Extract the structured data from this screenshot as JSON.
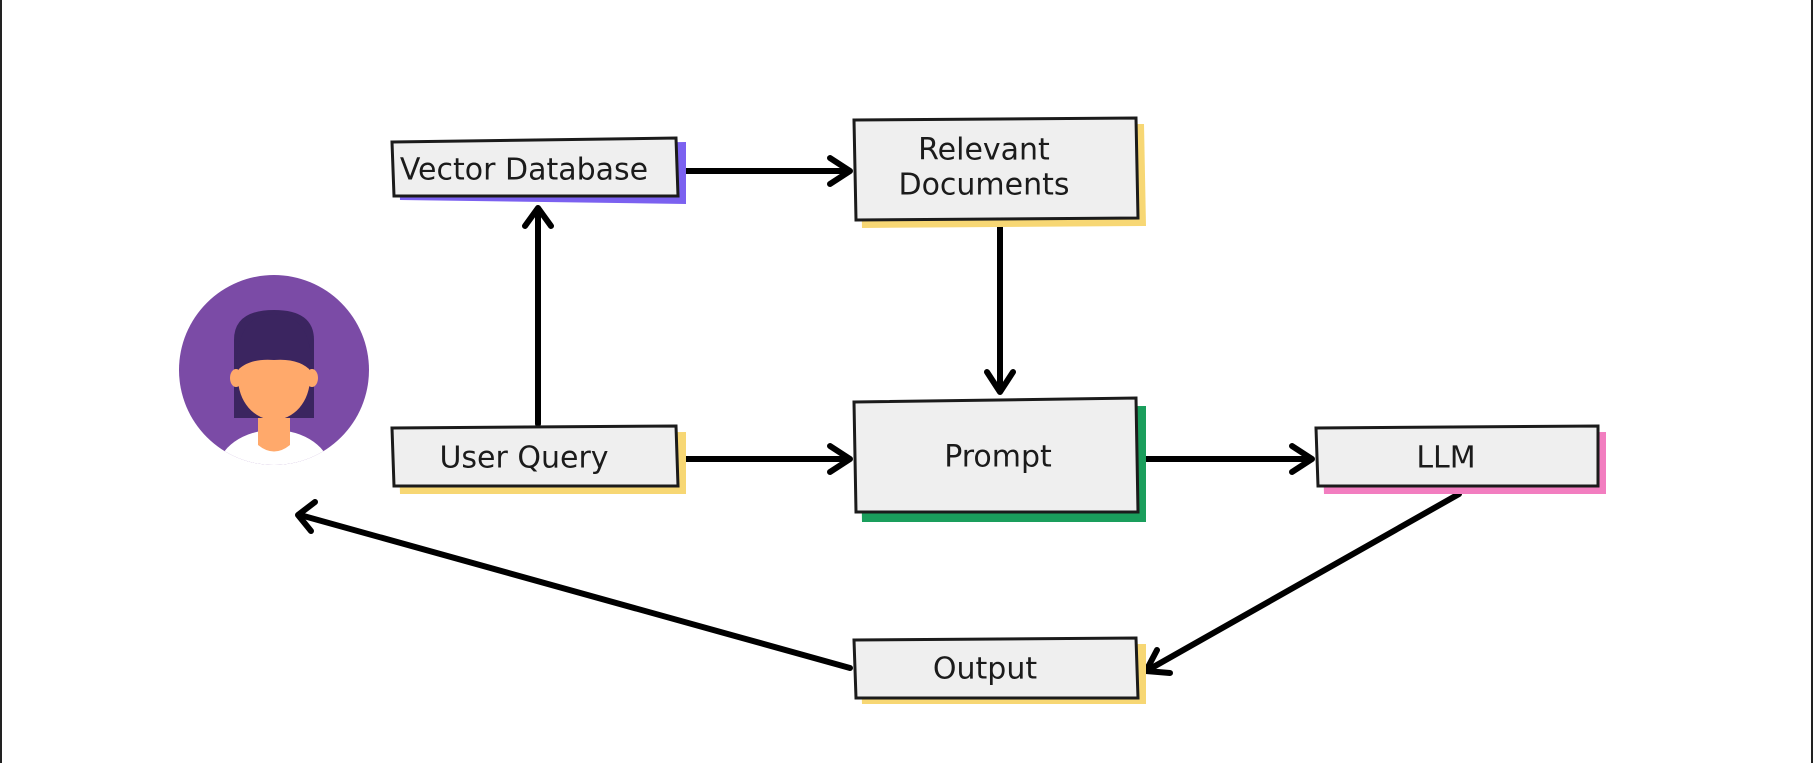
{
  "nodes": {
    "vector_database": {
      "label": "Vector Database",
      "accent": "#7b61f0"
    },
    "relevant_documents": {
      "label_line1": "Relevant",
      "label_line2": "Documents",
      "accent": "#f7d774"
    },
    "user_query": {
      "label": "User Query",
      "accent": "#f7d774"
    },
    "prompt": {
      "label": "Prompt",
      "accent": "#1a9e5c"
    },
    "llm": {
      "label": "LLM",
      "accent": "#f27ec0"
    },
    "output": {
      "label": "Output",
      "accent": "#f7d774"
    }
  },
  "user_avatar": {
    "icon": "user-avatar-icon",
    "background_color": "#7b4ba6",
    "hair_color": "#3b2560",
    "skin_color": "#ffa96b"
  },
  "colors": {
    "box_fill": "#efefef",
    "box_stroke": "#1b1b1b",
    "arrow": "#000000"
  }
}
